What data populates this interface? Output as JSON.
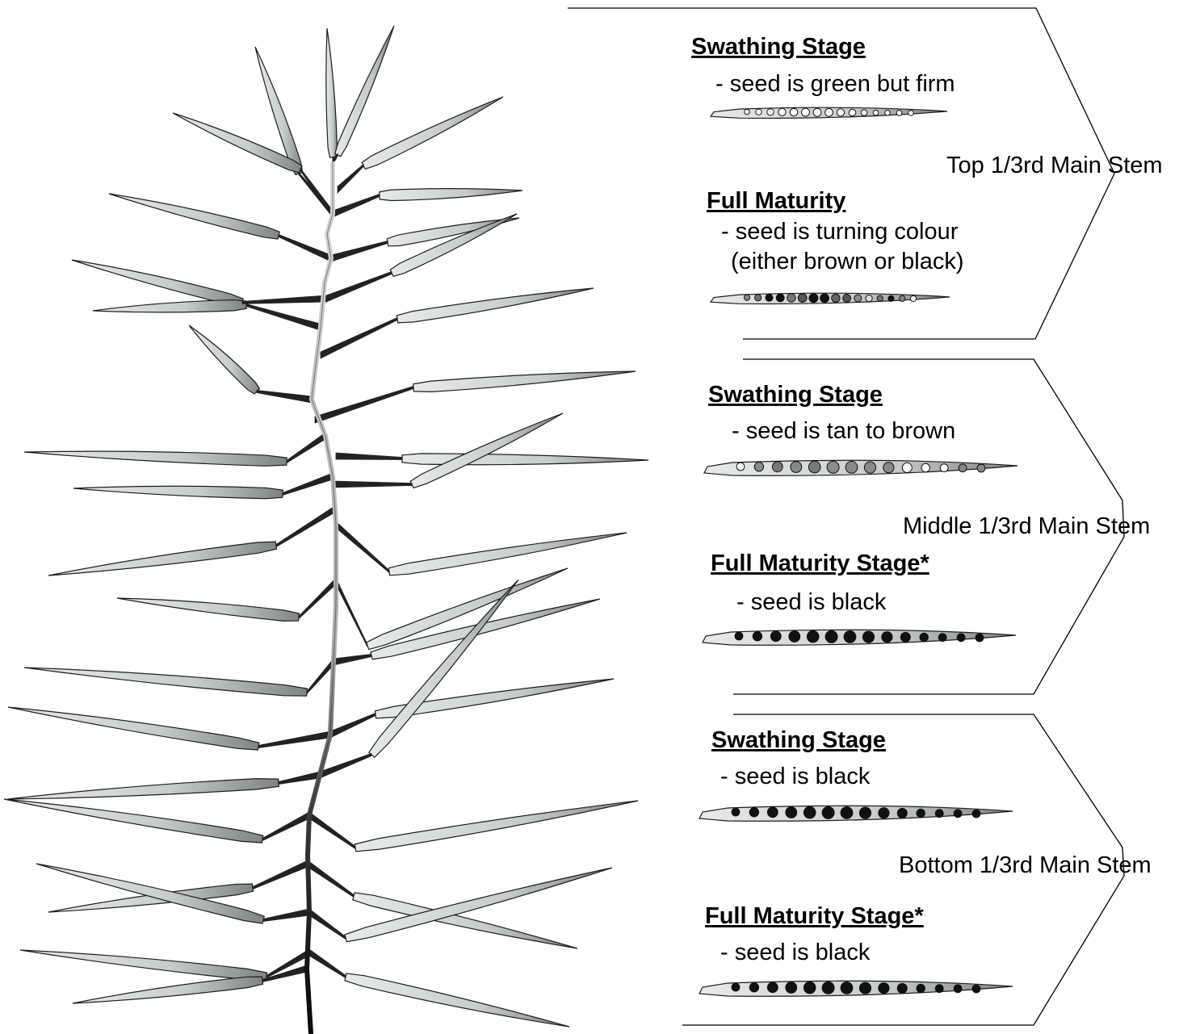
{
  "sections": [
    {
      "region_label": "Top 1/3rd Main Stem",
      "stages": [
        {
          "heading": "Swathing Stage",
          "lines": [
            "- seed is green but firm"
          ],
          "seeds": [
            "#fff",
            "#fff",
            "#fff",
            "#fff",
            "#fff",
            "#fff",
            "#fff",
            "#fff",
            "#fff",
            "#fff",
            "#fff",
            "#fff",
            "#fff",
            "#fff",
            "#fff"
          ]
        },
        {
          "heading": "Full Maturity",
          "lines": [
            "- seed is turning colour",
            "(either brown or black)"
          ],
          "seeds": [
            "#8a8a8a",
            "#6e6e6e",
            "#111",
            "#111",
            "#777",
            "#555",
            "#111",
            "#111",
            "#666",
            "#555",
            "#888",
            "#ddd",
            "#777",
            "#111",
            "#888",
            "#fff"
          ]
        }
      ]
    },
    {
      "region_label": "Middle 1/3rd Main Stem",
      "stages": [
        {
          "heading": "Swathing Stage",
          "lines": [
            "- seed is tan to brown"
          ],
          "seeds": [
            "#fff",
            "#8a8a8a",
            "#777",
            "#888",
            "#7a7a7a",
            "#8a8a8a",
            "#888",
            "#8a8a8a",
            "#888",
            "#fff",
            "#fff",
            "#fff",
            "#888",
            "#888"
          ]
        },
        {
          "heading": "Full Maturity Stage*",
          "lines": [
            "- seed is black"
          ],
          "seeds": [
            "#111",
            "#111",
            "#111",
            "#111",
            "#111",
            "#111",
            "#111",
            "#111",
            "#111",
            "#111",
            "#111",
            "#111",
            "#111",
            "#111"
          ]
        }
      ]
    },
    {
      "region_label": "Bottom 1/3rd Main Stem",
      "stages": [
        {
          "heading": "Swathing Stage",
          "lines": [
            "- seed is black"
          ],
          "seeds": [
            "#111",
            "#111",
            "#111",
            "#111",
            "#111",
            "#111",
            "#111",
            "#111",
            "#111",
            "#111",
            "#111",
            "#111",
            "#111",
            "#111"
          ]
        },
        {
          "heading": "Full Maturity Stage*",
          "lines": [
            "- seed is black"
          ],
          "seeds": [
            "#111",
            "#111",
            "#111",
            "#111",
            "#111",
            "#111",
            "#111",
            "#111",
            "#111",
            "#111",
            "#111",
            "#111",
            "#111",
            "#111"
          ]
        }
      ]
    }
  ]
}
